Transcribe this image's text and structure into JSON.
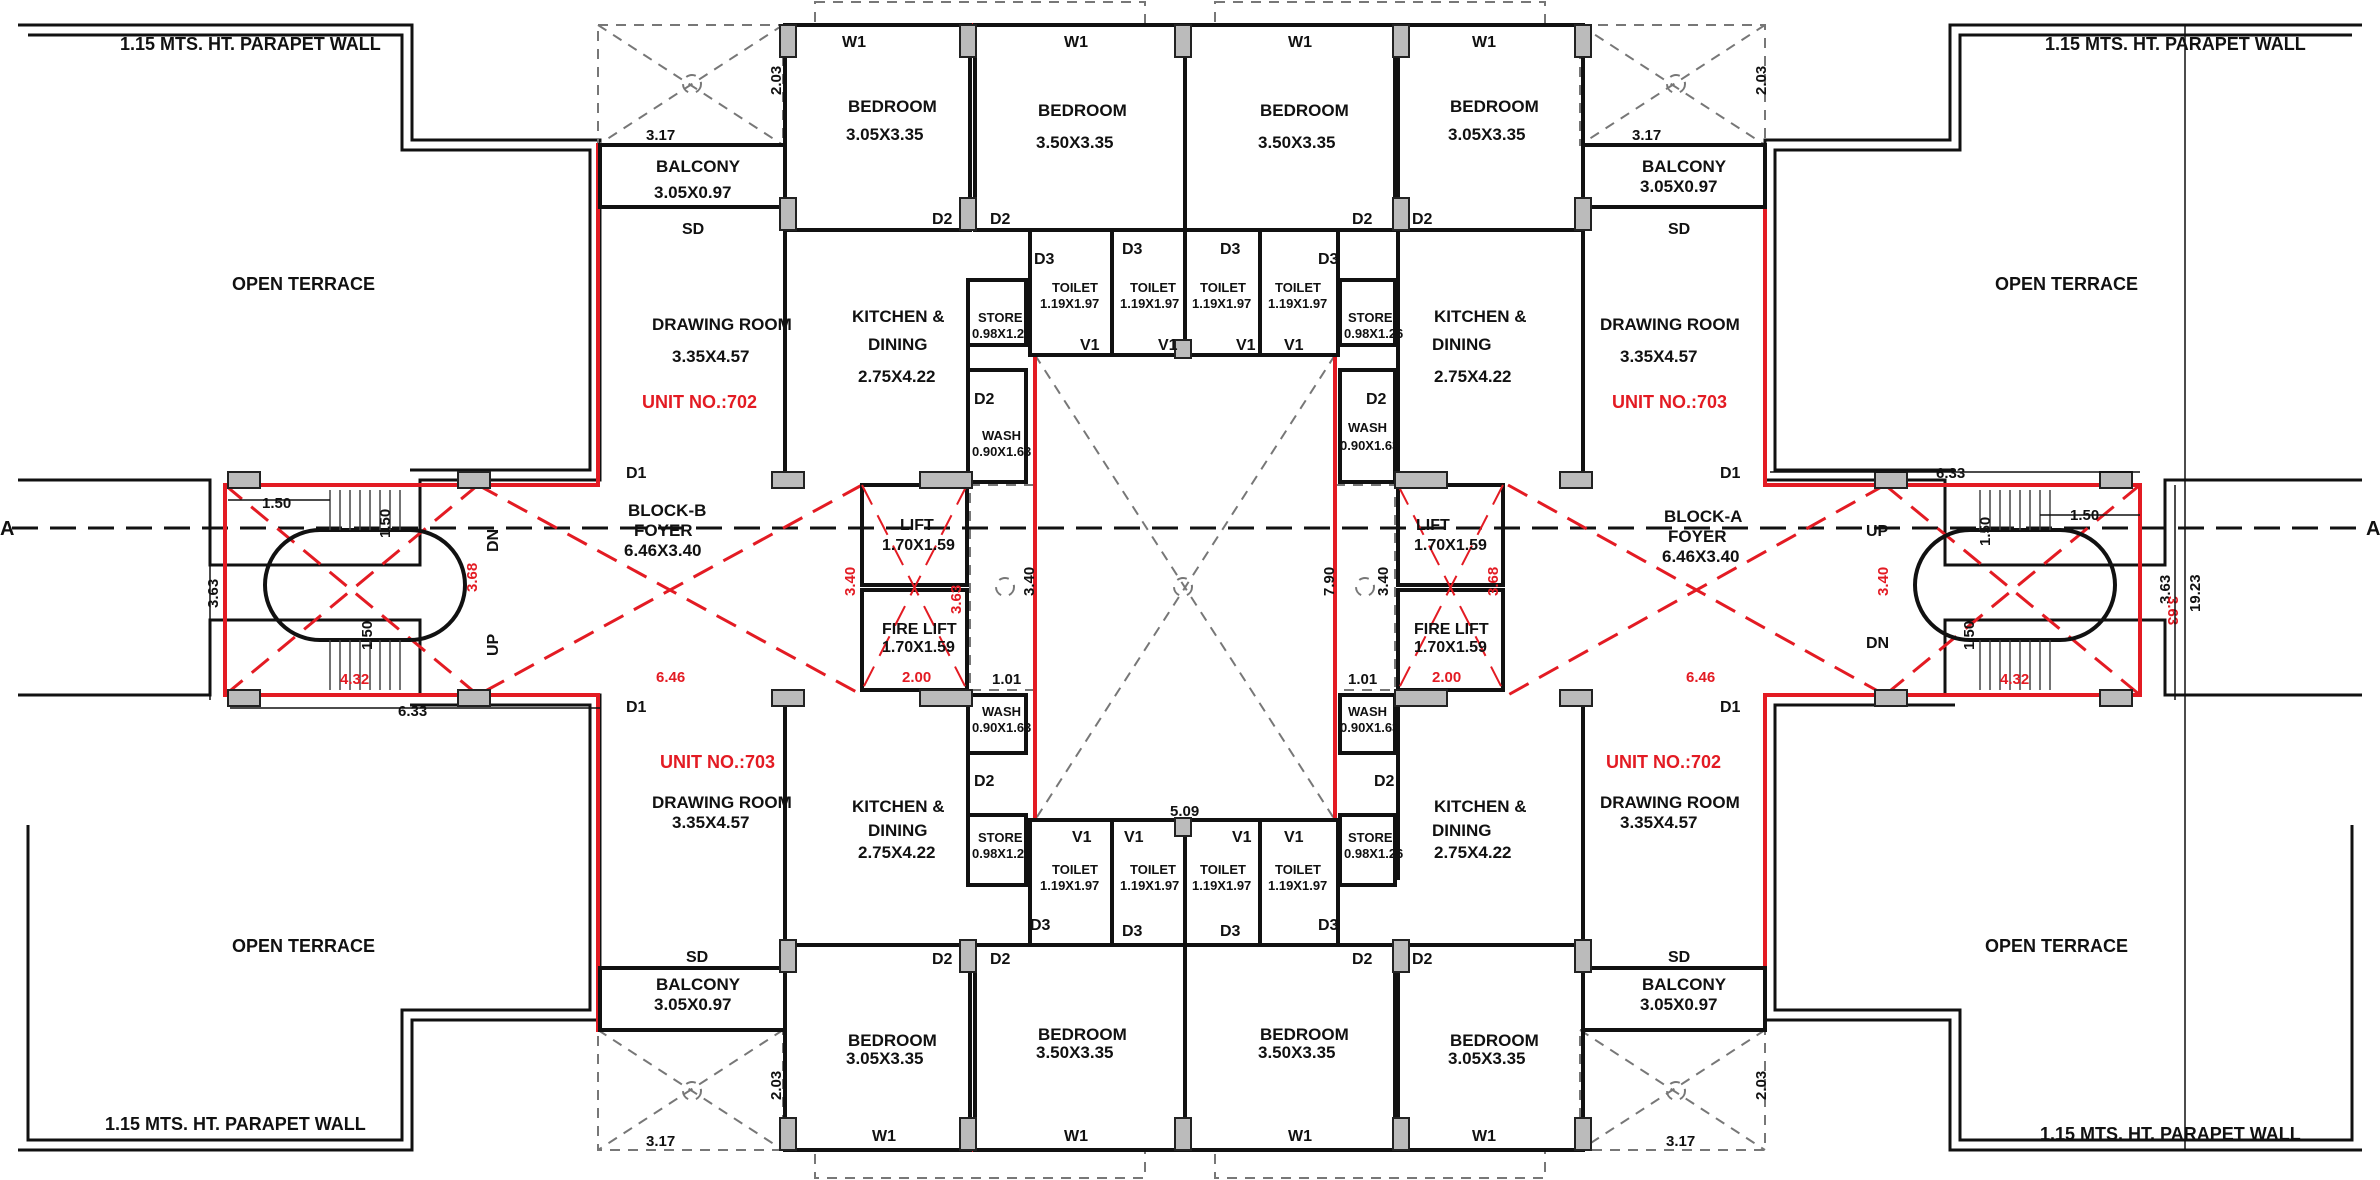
{
  "plan": {
    "parapet": "1.15 MTS. HT. PARAPET WALL",
    "terrace": "OPEN TERRACE",
    "axis_left": "A",
    "axis_right": "A",
    "blocks": [
      {
        "name": "BLOCK-B",
        "foyer": "FOYER",
        "size": "6.46X3.40"
      },
      {
        "name": "BLOCK-A",
        "foyer": "FOYER",
        "size": "6.46X3.40"
      }
    ],
    "units": {
      "u702": "UNIT NO.:702",
      "u703": "UNIT NO.:703"
    },
    "rooms": {
      "bedroom": "BEDROOM",
      "bed_small": "3.05X3.35",
      "bed_large": "3.50X3.35",
      "balcony": "BALCONY",
      "balcony_size": "3.05X0.97",
      "drawing": "DRAWING ROOM",
      "drawing_size": "3.35X4.57",
      "kitchen1": "KITCHEN &",
      "kitchen2": "DINING",
      "kitchen_size": "2.75X4.22",
      "toilet": "TOILET",
      "toilet_size": "1.19X1.97",
      "store": "STORE",
      "store_size": "0.98X1.26",
      "wash": "WASH",
      "wash_size": "0.90X1.63",
      "lift": "LIFT",
      "fire_lift": "FIRE LIFT",
      "lift_size": "1.70X1.59"
    },
    "tags": {
      "w1": "W1",
      "d1": "D1",
      "d2": "D2",
      "d3": "D3",
      "v1": "V1",
      "sd": "SD",
      "up": "UP",
      "dn": "DN"
    },
    "dims": {
      "d203": "2.03",
      "d317": "3.17",
      "d633": "6.33",
      "d150": "1.50",
      "d363": "3.63",
      "d340": "3.40",
      "d368": "3.68",
      "d432": "4.32",
      "d646": "6.46",
      "d200": "2.00",
      "d101": "1.01",
      "d509": "5.09",
      "d790": "7.90",
      "d1923": "19.23"
    }
  }
}
